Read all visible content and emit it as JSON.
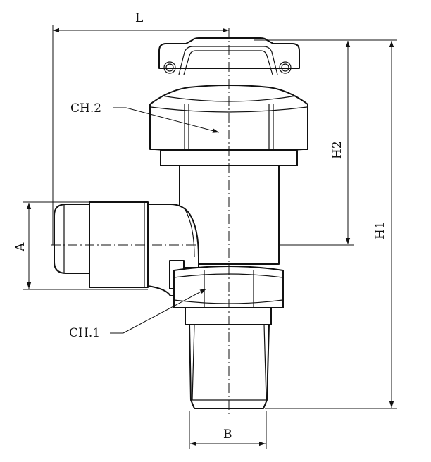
{
  "labels": {
    "L": "L",
    "H1": "H1",
    "H2": "H2",
    "A": "A",
    "B": "B",
    "CH1": "CH.1",
    "CH2": "CH.2"
  }
}
